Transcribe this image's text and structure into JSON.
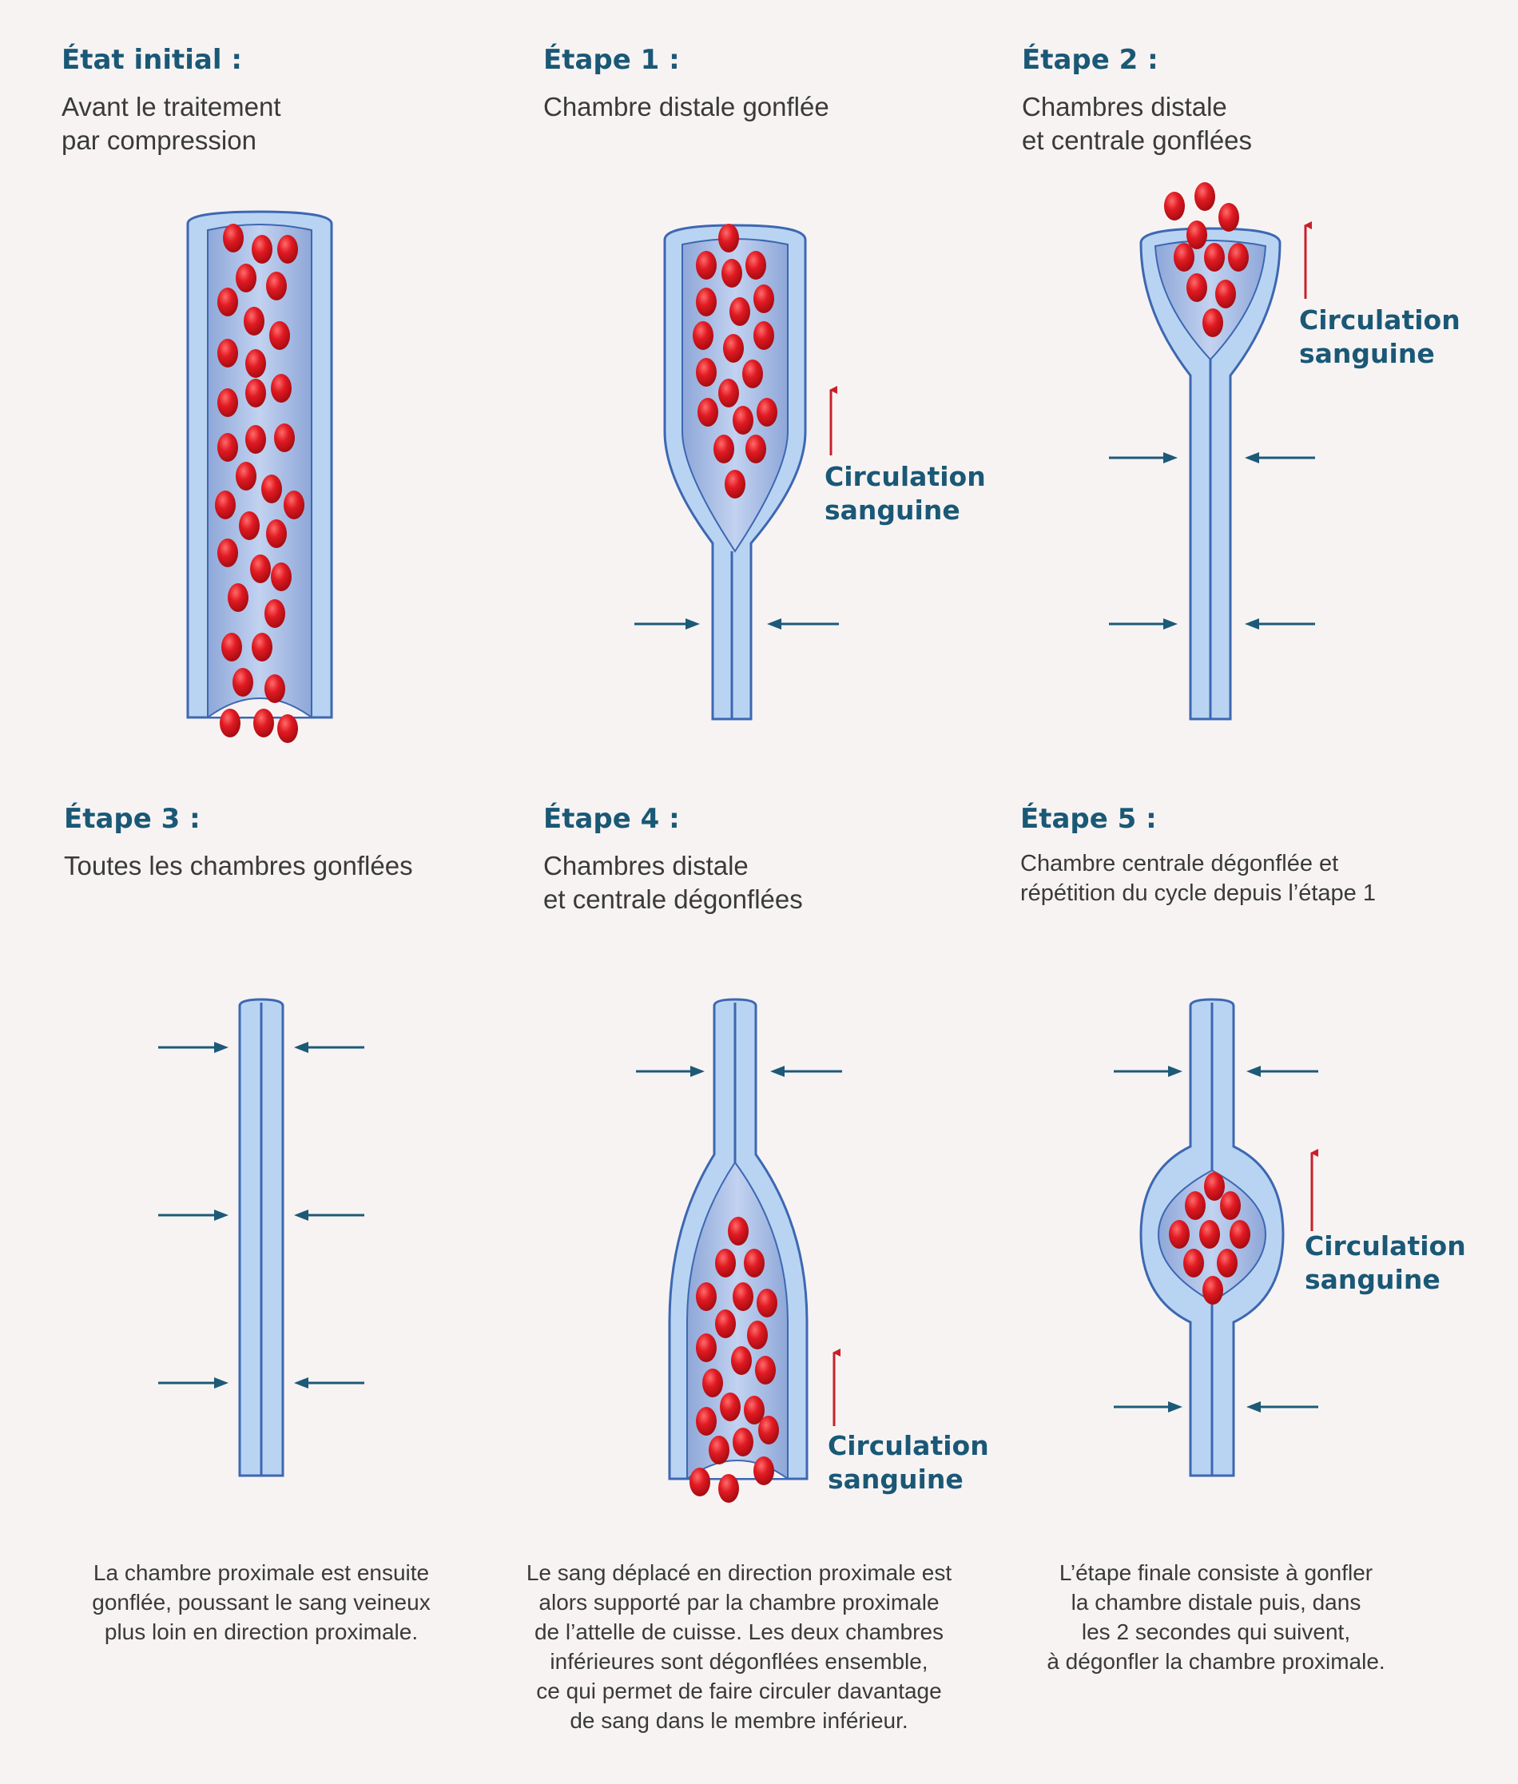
{
  "steps": [
    {
      "title": "État initial :",
      "desc": [
        "Avant le traitement",
        "par compression"
      ]
    },
    {
      "title": "Étape 1 :",
      "desc": [
        "Chambre distale gonflée"
      ]
    },
    {
      "title": "Étape 2 :",
      "desc": [
        "Chambres distale",
        "et centrale gonflées"
      ]
    },
    {
      "title": "Étape 3 :",
      "desc": [
        "Toutes les chambres gonflées"
      ]
    },
    {
      "title": "Étape 4 :",
      "desc": [
        "Chambres distale",
        "et centrale dégonflées"
      ]
    },
    {
      "title": "Étape 5 :",
      "desc": [
        "Chambre centrale dégonflée et",
        "répétition du cycle depuis l’étape 1"
      ]
    }
  ],
  "flow_label": [
    "Circulation",
    "sanguine"
  ],
  "notes": [
    [
      "La chambre proximale est ensuite",
      "gonflée, poussant le sang veineux",
      "plus loin en direction proximale."
    ],
    [
      "Le sang déplacé en direction proximale est",
      "alors supporté par la chambre proximale",
      "de l’attelle de cuisse.  Les deux chambres",
      "inférieures sont dégonflées ensemble,",
      "ce qui permet de faire circuler davantage",
      "de sang dans le membre inférieur."
    ],
    [
      "L’étape finale consiste à gonfler",
      "la chambre distale puis, dans",
      "les 2 secondes qui suivent,",
      "à dégonfler la chambre proximale."
    ]
  ],
  "colors": {
    "title": "#1a5876",
    "text": "#3a3a3a",
    "vessel_wall": "#b9d4f2",
    "vessel_outline": "#3d67b2",
    "lumen": "#a2b8e2",
    "blood_cell": "#d7141c",
    "flow_arrow": "#c8202a",
    "pressure_arrow": "#1c5a78",
    "background": "#f7f3f3"
  }
}
